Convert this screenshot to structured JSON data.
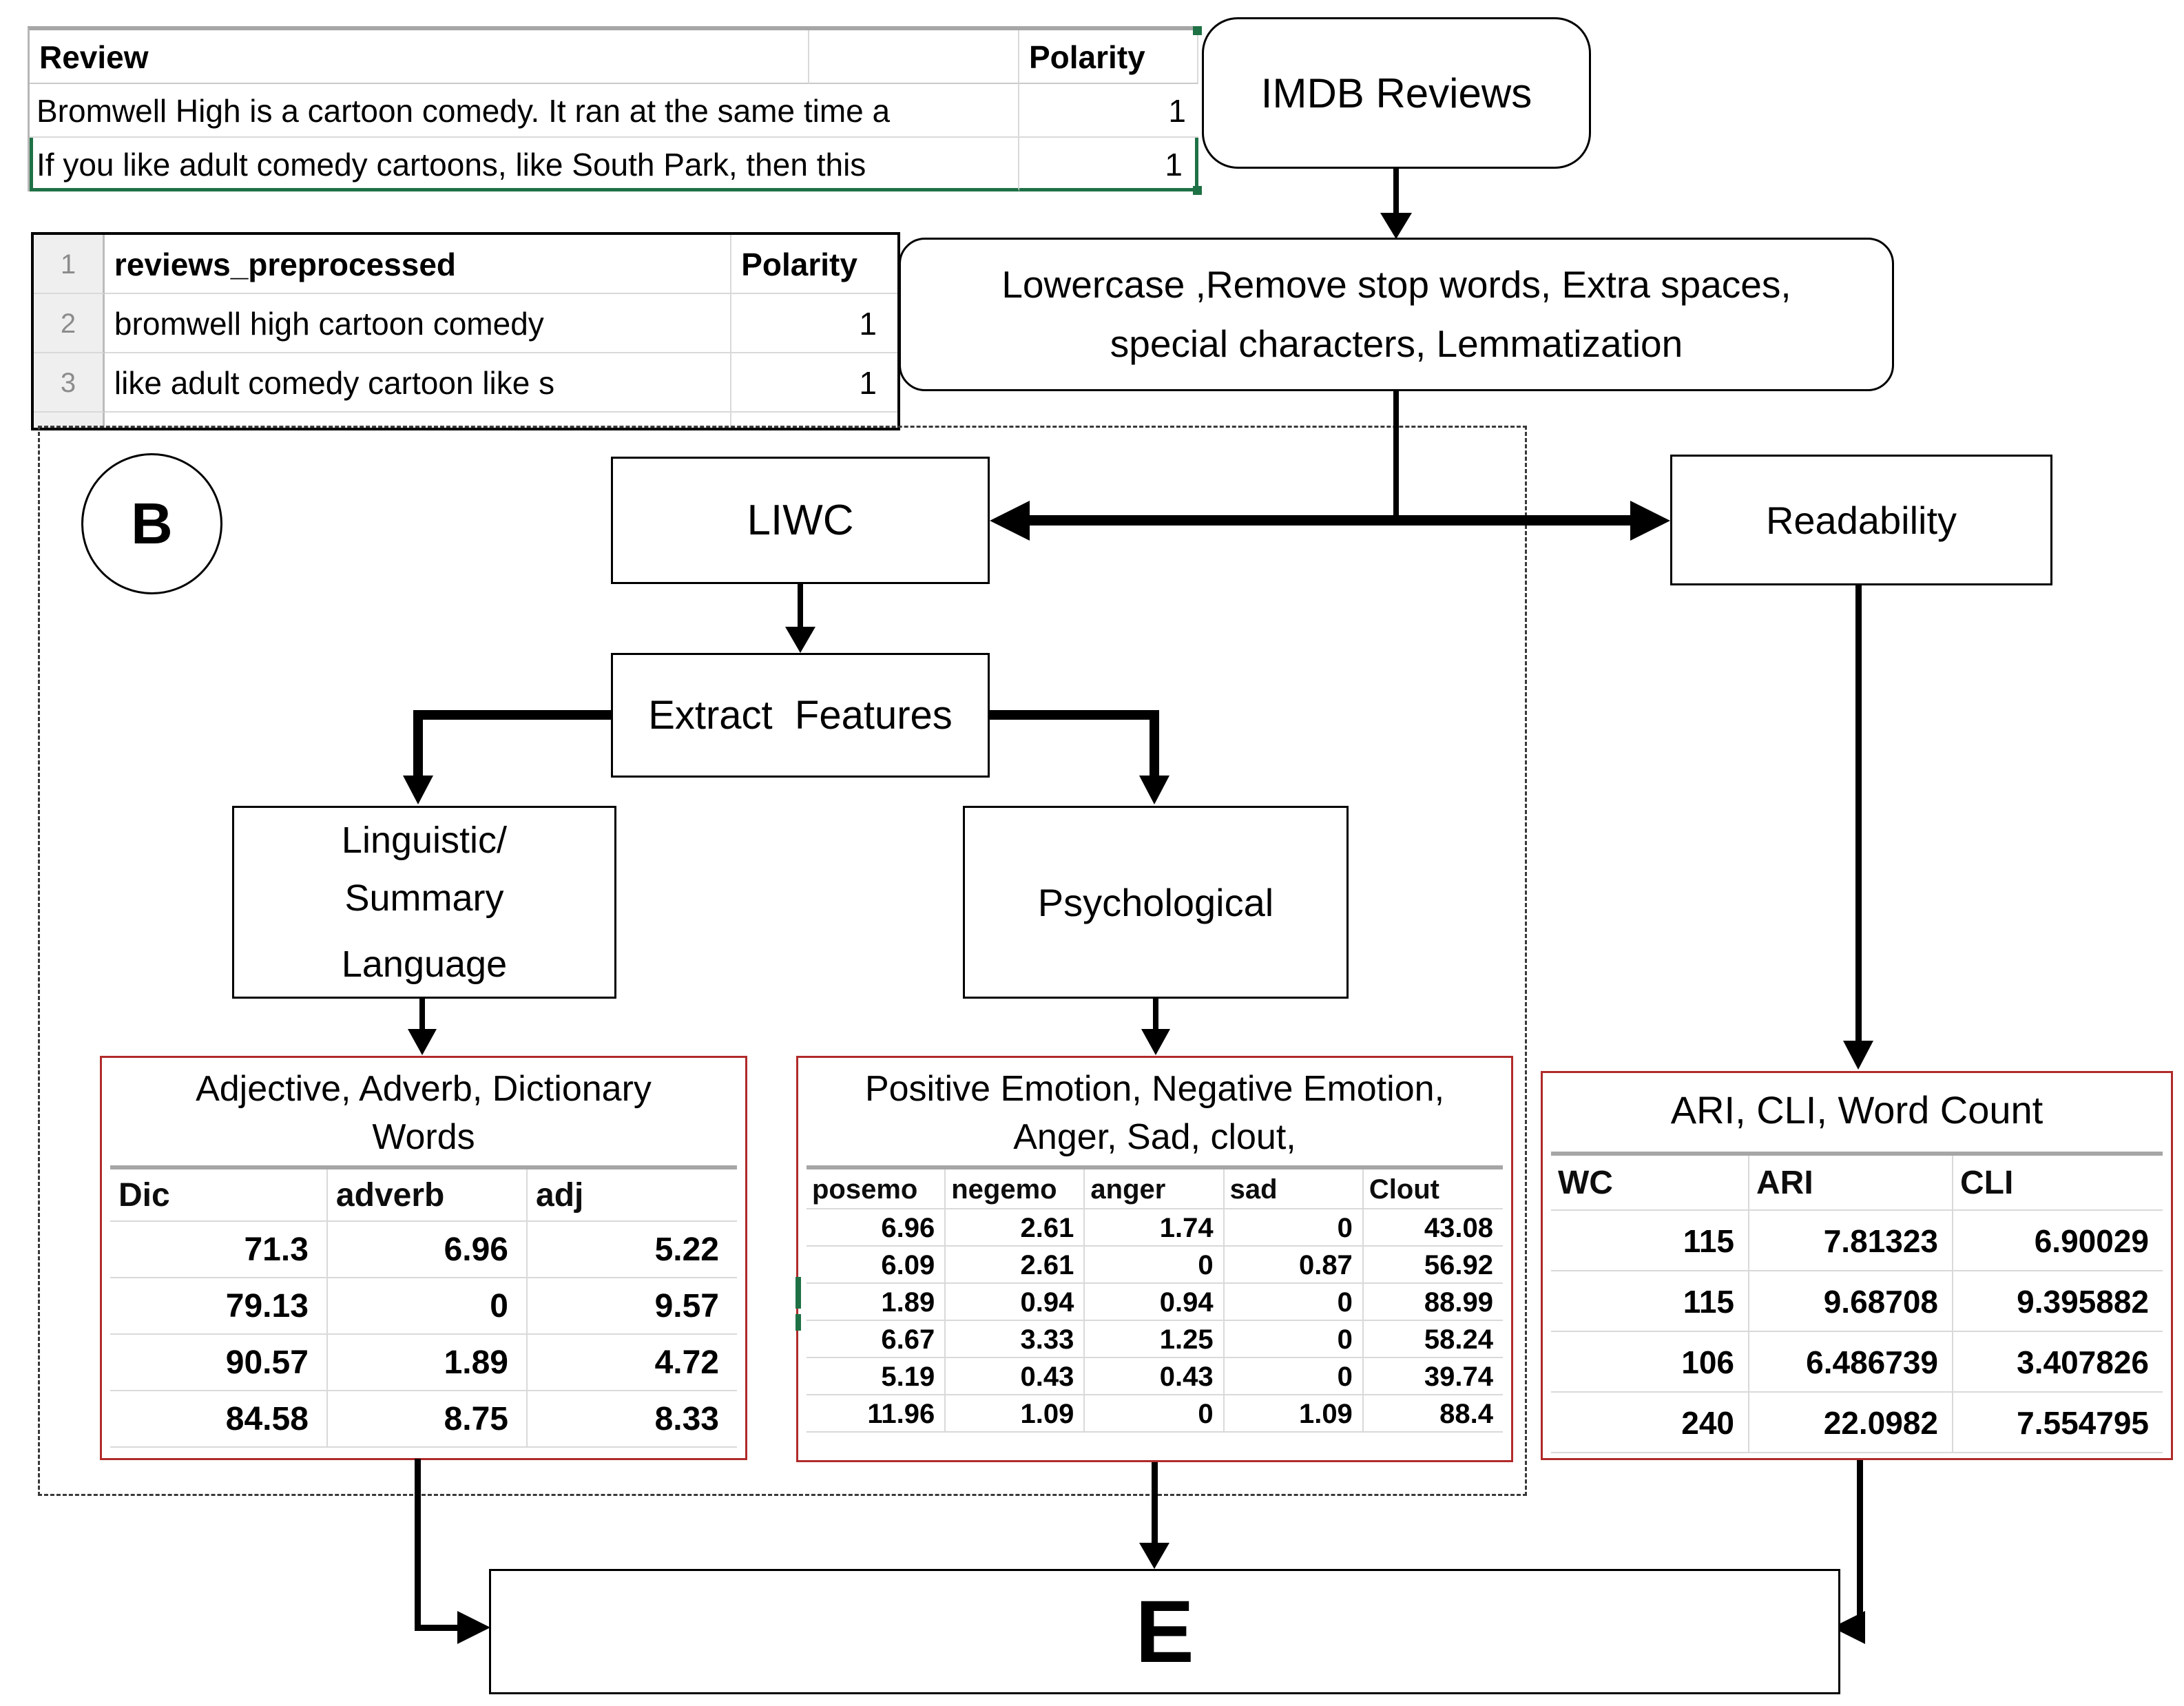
{
  "review_table": {
    "headers": [
      "Review",
      "",
      "Polarity"
    ],
    "rows": [
      {
        "text": "Bromwell High is a cartoon comedy. It ran at the same time a",
        "polarity": "1"
      },
      {
        "text": "If you like adult comedy cartoons, like South Park, then this",
        "polarity": "1"
      }
    ]
  },
  "imdb": {
    "label": "IMDB Reviews"
  },
  "preprocess": {
    "line1": "Lowercase ,Remove stop words, Extra spaces,",
    "line2": "special characters, Lemmatization"
  },
  "preprocessed_table": {
    "row_numbers": [
      "1",
      "2",
      "3"
    ],
    "headers": {
      "col1": "reviews_preprocessed",
      "col2": "Polarity"
    },
    "rows": [
      {
        "text": "bromwell high cartoon comedy",
        "polarity": "1"
      },
      {
        "text": "like adult comedy cartoon like s",
        "polarity": "1"
      }
    ]
  },
  "section_b": {
    "label": "B"
  },
  "liwc": {
    "label": "LIWC"
  },
  "readability": {
    "label": "Readability"
  },
  "extract": {
    "label": "Extract  Features"
  },
  "linguistic": {
    "line1": "Linguistic/",
    "line2": "Summary",
    "line3": "Language"
  },
  "psychological": {
    "label": "Psychological"
  },
  "ling_table": {
    "title_line1": "Adjective, Adverb, Dictionary",
    "title_line2": "Words",
    "columns": [
      "Dic",
      "adverb",
      "adj"
    ],
    "rows": [
      [
        "71.3",
        "6.96",
        "5.22"
      ],
      [
        "79.13",
        "0",
        "9.57"
      ],
      [
        "90.57",
        "1.89",
        "4.72"
      ],
      [
        "84.58",
        "8.75",
        "8.33"
      ]
    ]
  },
  "psych_table": {
    "title_line1": "Positive Emotion, Negative Emotion,",
    "title_line2": "Anger, Sad, clout,",
    "columns": [
      "posemo",
      "negemo",
      "anger",
      "sad",
      "Clout"
    ],
    "rows": [
      [
        "6.96",
        "2.61",
        "1.74",
        "0",
        "43.08"
      ],
      [
        "6.09",
        "2.61",
        "0",
        "0.87",
        "56.92"
      ],
      [
        "1.89",
        "0.94",
        "0.94",
        "0",
        "88.99"
      ],
      [
        "6.67",
        "3.33",
        "1.25",
        "0",
        "58.24"
      ],
      [
        "5.19",
        "0.43",
        "0.43",
        "0",
        "39.74"
      ],
      [
        "11.96",
        "1.09",
        "0",
        "1.09",
        "88.4"
      ]
    ]
  },
  "read_table": {
    "title": "ARI, CLI, Word Count",
    "columns": [
      "WC",
      "ARI",
      "CLI"
    ],
    "rows": [
      [
        "115",
        "7.81323",
        "6.90029"
      ],
      [
        "115",
        "9.68708",
        "9.395882"
      ],
      [
        "106",
        "6.486739",
        "3.407826"
      ],
      [
        "240",
        "22.0982",
        "7.554795"
      ]
    ]
  },
  "output_box": {
    "label": "E"
  },
  "colors": {
    "red_border": "#b02a2a",
    "green_accent": "#1e7145",
    "grid_line": "#d9d9d9",
    "heavy_grid": "#a6a6a6"
  }
}
